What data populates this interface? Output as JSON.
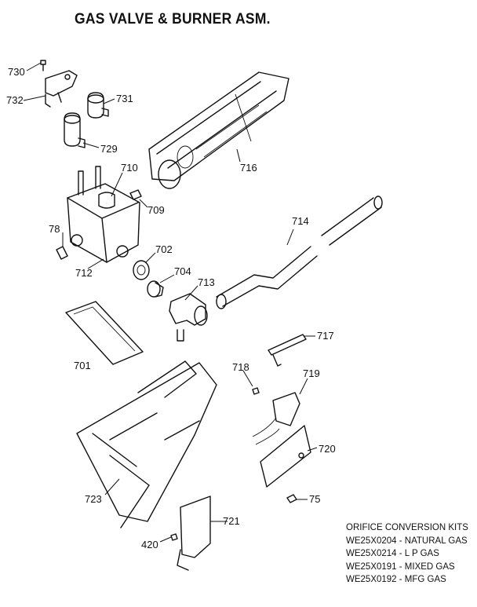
{
  "title": "GAS VALVE & BURNER ASM.",
  "parts": [
    {
      "id": "p730",
      "number": "730"
    },
    {
      "id": "p732",
      "number": "732"
    },
    {
      "id": "p731",
      "number": "731"
    },
    {
      "id": "p729",
      "number": "729"
    },
    {
      "id": "p716",
      "number": "716"
    },
    {
      "id": "p710",
      "number": "710"
    },
    {
      "id": "p709",
      "number": "709"
    },
    {
      "id": "p78",
      "number": "78"
    },
    {
      "id": "p712",
      "number": "712"
    },
    {
      "id": "p702",
      "number": "702"
    },
    {
      "id": "p704",
      "number": "704"
    },
    {
      "id": "p714",
      "number": "714"
    },
    {
      "id": "p713",
      "number": "713"
    },
    {
      "id": "p701",
      "number": "701"
    },
    {
      "id": "p717",
      "number": "717"
    },
    {
      "id": "p718",
      "number": "718"
    },
    {
      "id": "p719",
      "number": "719"
    },
    {
      "id": "p720",
      "number": "720"
    },
    {
      "id": "p723",
      "number": "723"
    },
    {
      "id": "p75",
      "number": "75"
    },
    {
      "id": "p721",
      "number": "721"
    },
    {
      "id": "p420",
      "number": "420"
    }
  ],
  "kits": {
    "title": "ORIFICE CONVERSION KITS",
    "rows": [
      "WE25X0204 - NATURAL GAS",
      "WE25X0214 - L P  GAS",
      "WE25X0191 - MIXED GAS",
      "WE25X0192 - MFG  GAS"
    ]
  }
}
